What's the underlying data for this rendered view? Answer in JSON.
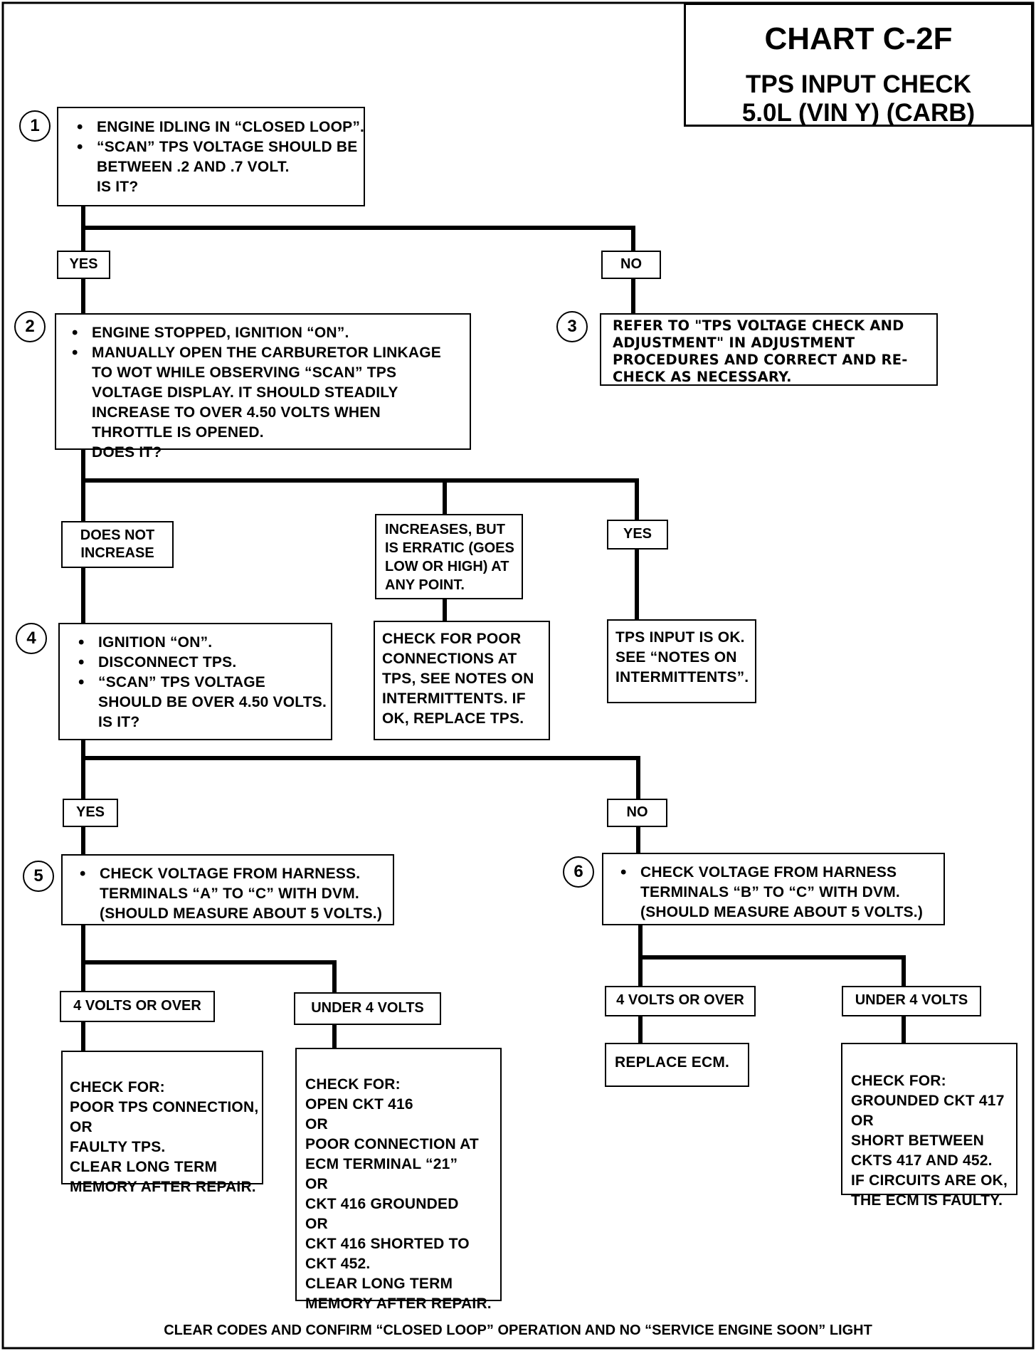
{
  "header": {
    "title": "CHART C-2F",
    "subtitle_line1": "TPS INPUT CHECK",
    "subtitle_line2": "5.0L  (VIN Y)  (CARB)"
  },
  "steps": {
    "s1": {
      "number": "1",
      "bullets": [
        "ENGINE IDLING IN “CLOSED LOOP”.",
        "“SCAN” TPS VOLTAGE SHOULD BE BETWEEN .2 AND .7 VOLT."
      ],
      "question": "IS IT?"
    },
    "s2": {
      "number": "2",
      "bullets": [
        "ENGINE STOPPED, IGNITION “ON”.",
        "MANUALLY OPEN THE CARBURETOR LINKAGE TO WOT WHILE OBSERVING “SCAN” TPS VOLTAGE DISPLAY.  IT SHOULD STEADILY INCREASE TO OVER 4.50 VOLTS WHEN THROTTLE IS OPENED."
      ],
      "question": "DOES IT?"
    },
    "s3": {
      "number": "3",
      "text": "REFER TO \"TPS VOLTAGE CHECK AND ADJUSTMENT\" IN ADJUSTMENT PROCEDURES AND CORRECT AND RE-CHECK AS NECESSARY."
    },
    "s4": {
      "number": "4",
      "bullets": [
        "IGNITION “ON”.",
        "DISCONNECT TPS.",
        "“SCAN” TPS VOLTAGE SHOULD BE OVER 4.50  VOLTS."
      ],
      "question": "IS IT?"
    },
    "s5": {
      "number": "5",
      "bullets": [
        "CHECK VOLTAGE FROM HARNESS. TERMINALS “A” TO “C” WITH DVM. (SHOULD MEASURE ABOUT 5 VOLTS.)"
      ]
    },
    "s6": {
      "number": "6",
      "bullets": [
        "CHECK VOLTAGE FROM HARNESS TERMINALS “B” TO “C” WITH DVM. (SHOULD MEASURE ABOUT 5 VOLTS.)"
      ]
    }
  },
  "branches": {
    "s1_yes": "YES",
    "s1_no": "NO",
    "s2_not_increase": "DOES NOT INCREASE",
    "s2_erratic": "INCREASES, BUT IS ERRATIC (GOES LOW OR HIGH) AT ANY POINT.",
    "s2_yes": "YES",
    "s4_yes": "YES",
    "s4_no": "NO",
    "s5_over": "4 VOLTS OR OVER",
    "s5_under": "UNDER 4 VOLTS",
    "s6_over": "4 VOLTS OR OVER",
    "s6_under": "UNDER 4 VOLTS"
  },
  "results": {
    "erratic_action": "CHECK FOR POOR CONNECTIONS AT TPS, SEE NOTES ON INTERMITTENTS.  IF OK, REPLACE TPS.",
    "tps_ok": "TPS INPUT IS OK. SEE “NOTES ON INTERMITTENTS”.",
    "s5_over_action": "CHECK FOR:\nPOOR TPS CONNECTION,\nOR\nFAULTY TPS.\nCLEAR LONG TERM\nMEMORY AFTER REPAIR.",
    "s5_under_action": "CHECK FOR:\nOPEN CKT 416\nOR\nPOOR CONNECTION AT\nECM TERMINAL “21”\nOR\nCKT 416 GROUNDED\nOR\nCKT 416 SHORTED TO\nCKT 452.\nCLEAR LONG TERM\nMEMORY AFTER REPAIR.",
    "s6_over_action": "REPLACE ECM.",
    "s6_under_action": "CHECK FOR:\nGROUNDED CKT  417\nOR\nSHORT BETWEEN\nCKTS 417 AND 452.\nIF CIRCUITS ARE OK,\nTHE ECM IS FAULTY."
  },
  "footer": "CLEAR CODES AND CONFIRM “CLOSED LOOP” OPERATION AND NO “SERVICE ENGINE SOON” LIGHT"
}
